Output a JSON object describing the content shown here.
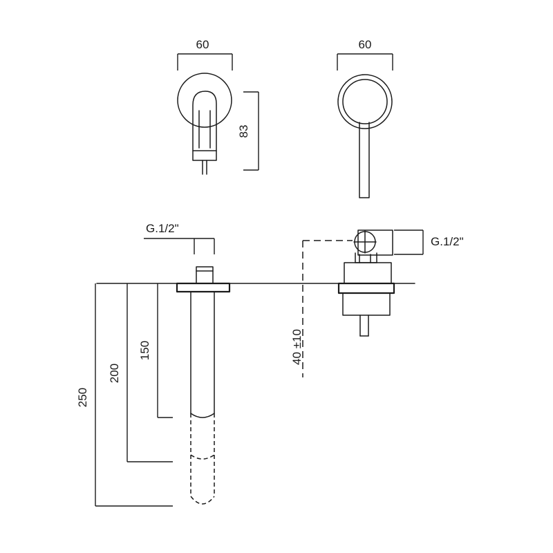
{
  "dimensions": {
    "spout_top_width": "60",
    "handle_top_width": "60",
    "spout_height": "83",
    "spout_thread": "G.1/2\"",
    "valve_thread": "G.1/2\"",
    "depth_150": "150",
    "depth_200": "200",
    "depth_250": "250",
    "wall_depth": "40 ±10"
  }
}
